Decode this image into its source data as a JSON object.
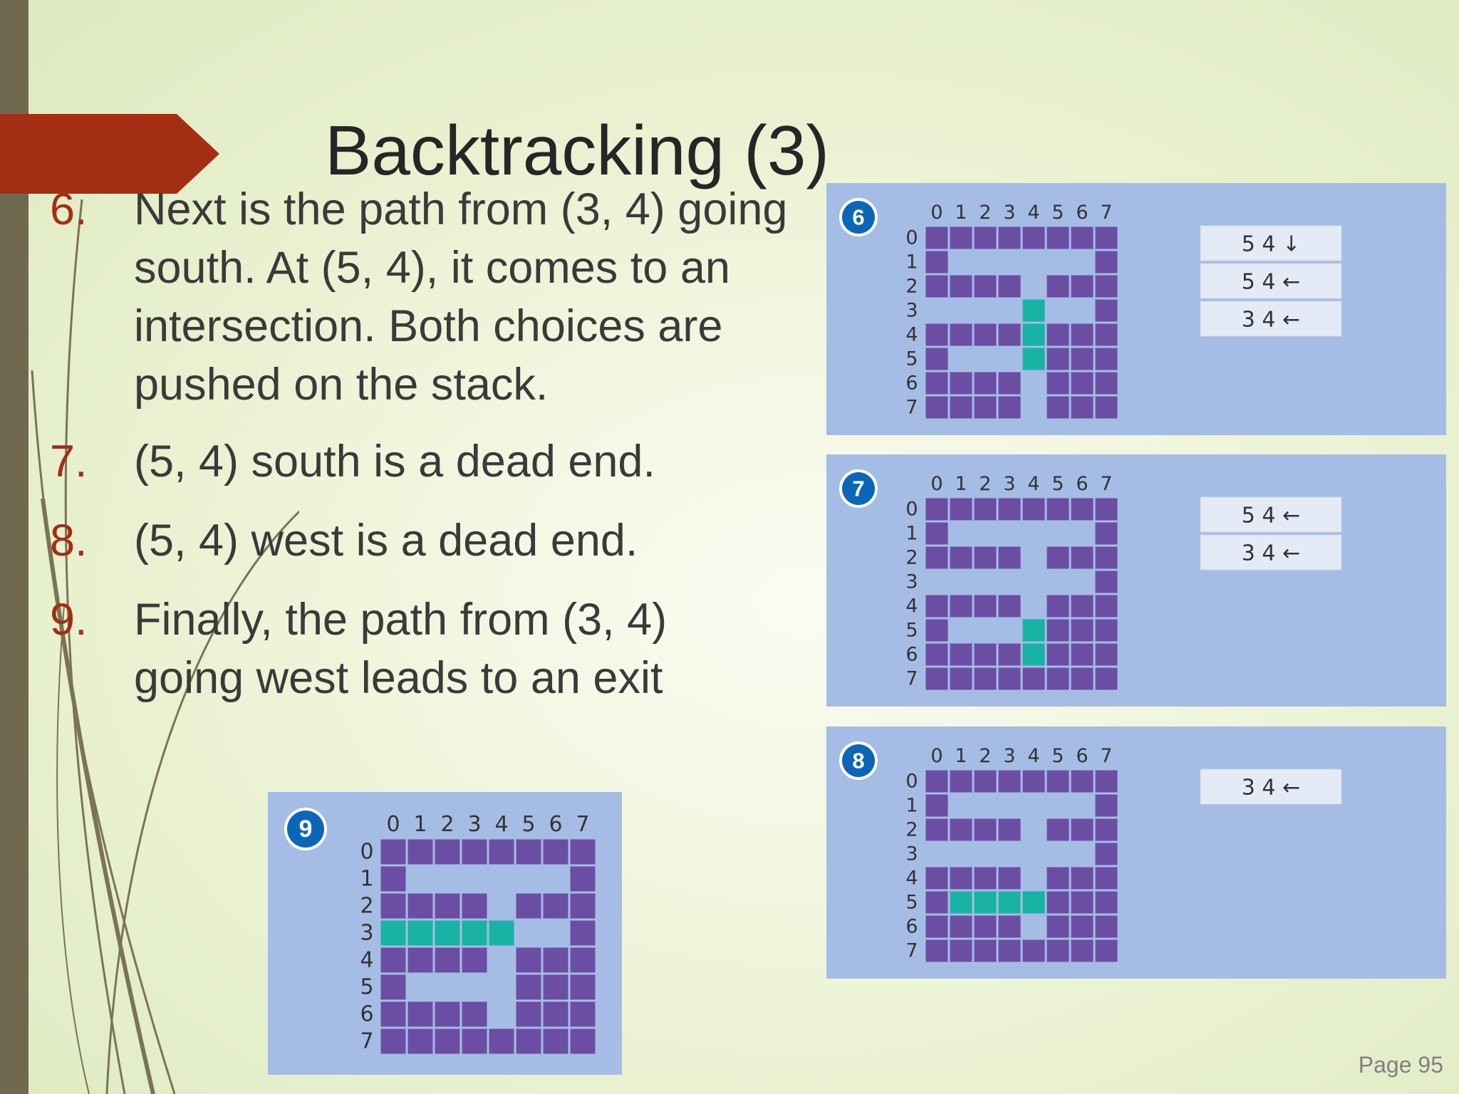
{
  "slide": {
    "title": "Backtracking (3)",
    "page": "Page 95",
    "items": [
      {
        "num": "6.",
        "text": "Next is the path from (3, 4) going south. At (5, 4), it comes to an intersection. Both choices are pushed on the stack."
      },
      {
        "num": "7.",
        "text": "(5, 4) south is a dead end."
      },
      {
        "num": "8.",
        "text": "(5, 4) west is a dead end."
      },
      {
        "num": "9.",
        "text": "Finally, the path from (3, 4) going west leads to an exit"
      }
    ]
  },
  "colors": {
    "wall": "#6b4ea3",
    "path_highlight": "#18b3a4",
    "panel": "#a5bde5",
    "badge": "#0c66b8",
    "stack_cell": "#e5ebf6",
    "number": "#a32e14"
  },
  "maze_labels": [
    "0",
    "1",
    "2",
    "3",
    "4",
    "5",
    "6",
    "7"
  ],
  "panels": {
    "p6": {
      "badge": "6",
      "walls": [
        "11111111",
        "10000001",
        "11110111",
        "00000001",
        "11110111",
        "10000111",
        "11110111",
        "11110111"
      ],
      "highlight": [
        [
          3,
          4
        ],
        [
          4,
          4
        ],
        [
          5,
          4
        ]
      ],
      "stack": [
        {
          "text": "5 4",
          "arrow": "↓"
        },
        {
          "text": "5 4",
          "arrow": "←"
        },
        {
          "text": "3 4",
          "arrow": "←"
        }
      ]
    },
    "p7": {
      "badge": "7",
      "walls": [
        "11111111",
        "10000001",
        "11110111",
        "00000001",
        "11110111",
        "10000111",
        "11110111",
        "11111111"
      ],
      "highlight": [
        [
          5,
          4
        ],
        [
          6,
          4
        ]
      ],
      "stack": [
        {
          "text": "5 4",
          "arrow": "←"
        },
        {
          "text": "3 4",
          "arrow": "←"
        }
      ]
    },
    "p8": {
      "badge": "8",
      "walls": [
        "11111111",
        "10000001",
        "11110111",
        "00000001",
        "11110111",
        "10000111",
        "11110111",
        "11111111"
      ],
      "highlight": [
        [
          5,
          1
        ],
        [
          5,
          2
        ],
        [
          5,
          3
        ],
        [
          5,
          4
        ]
      ],
      "stack": [
        {
          "text": "3 4",
          "arrow": "←"
        }
      ]
    },
    "p9": {
      "badge": "9",
      "walls": [
        "11111111",
        "10000001",
        "11110111",
        "00000001",
        "11110111",
        "10000111",
        "11110111",
        "11111111"
      ],
      "highlight": [
        [
          3,
          0
        ],
        [
          3,
          1
        ],
        [
          3,
          2
        ],
        [
          3,
          3
        ],
        [
          3,
          4
        ]
      ],
      "stack": []
    }
  }
}
